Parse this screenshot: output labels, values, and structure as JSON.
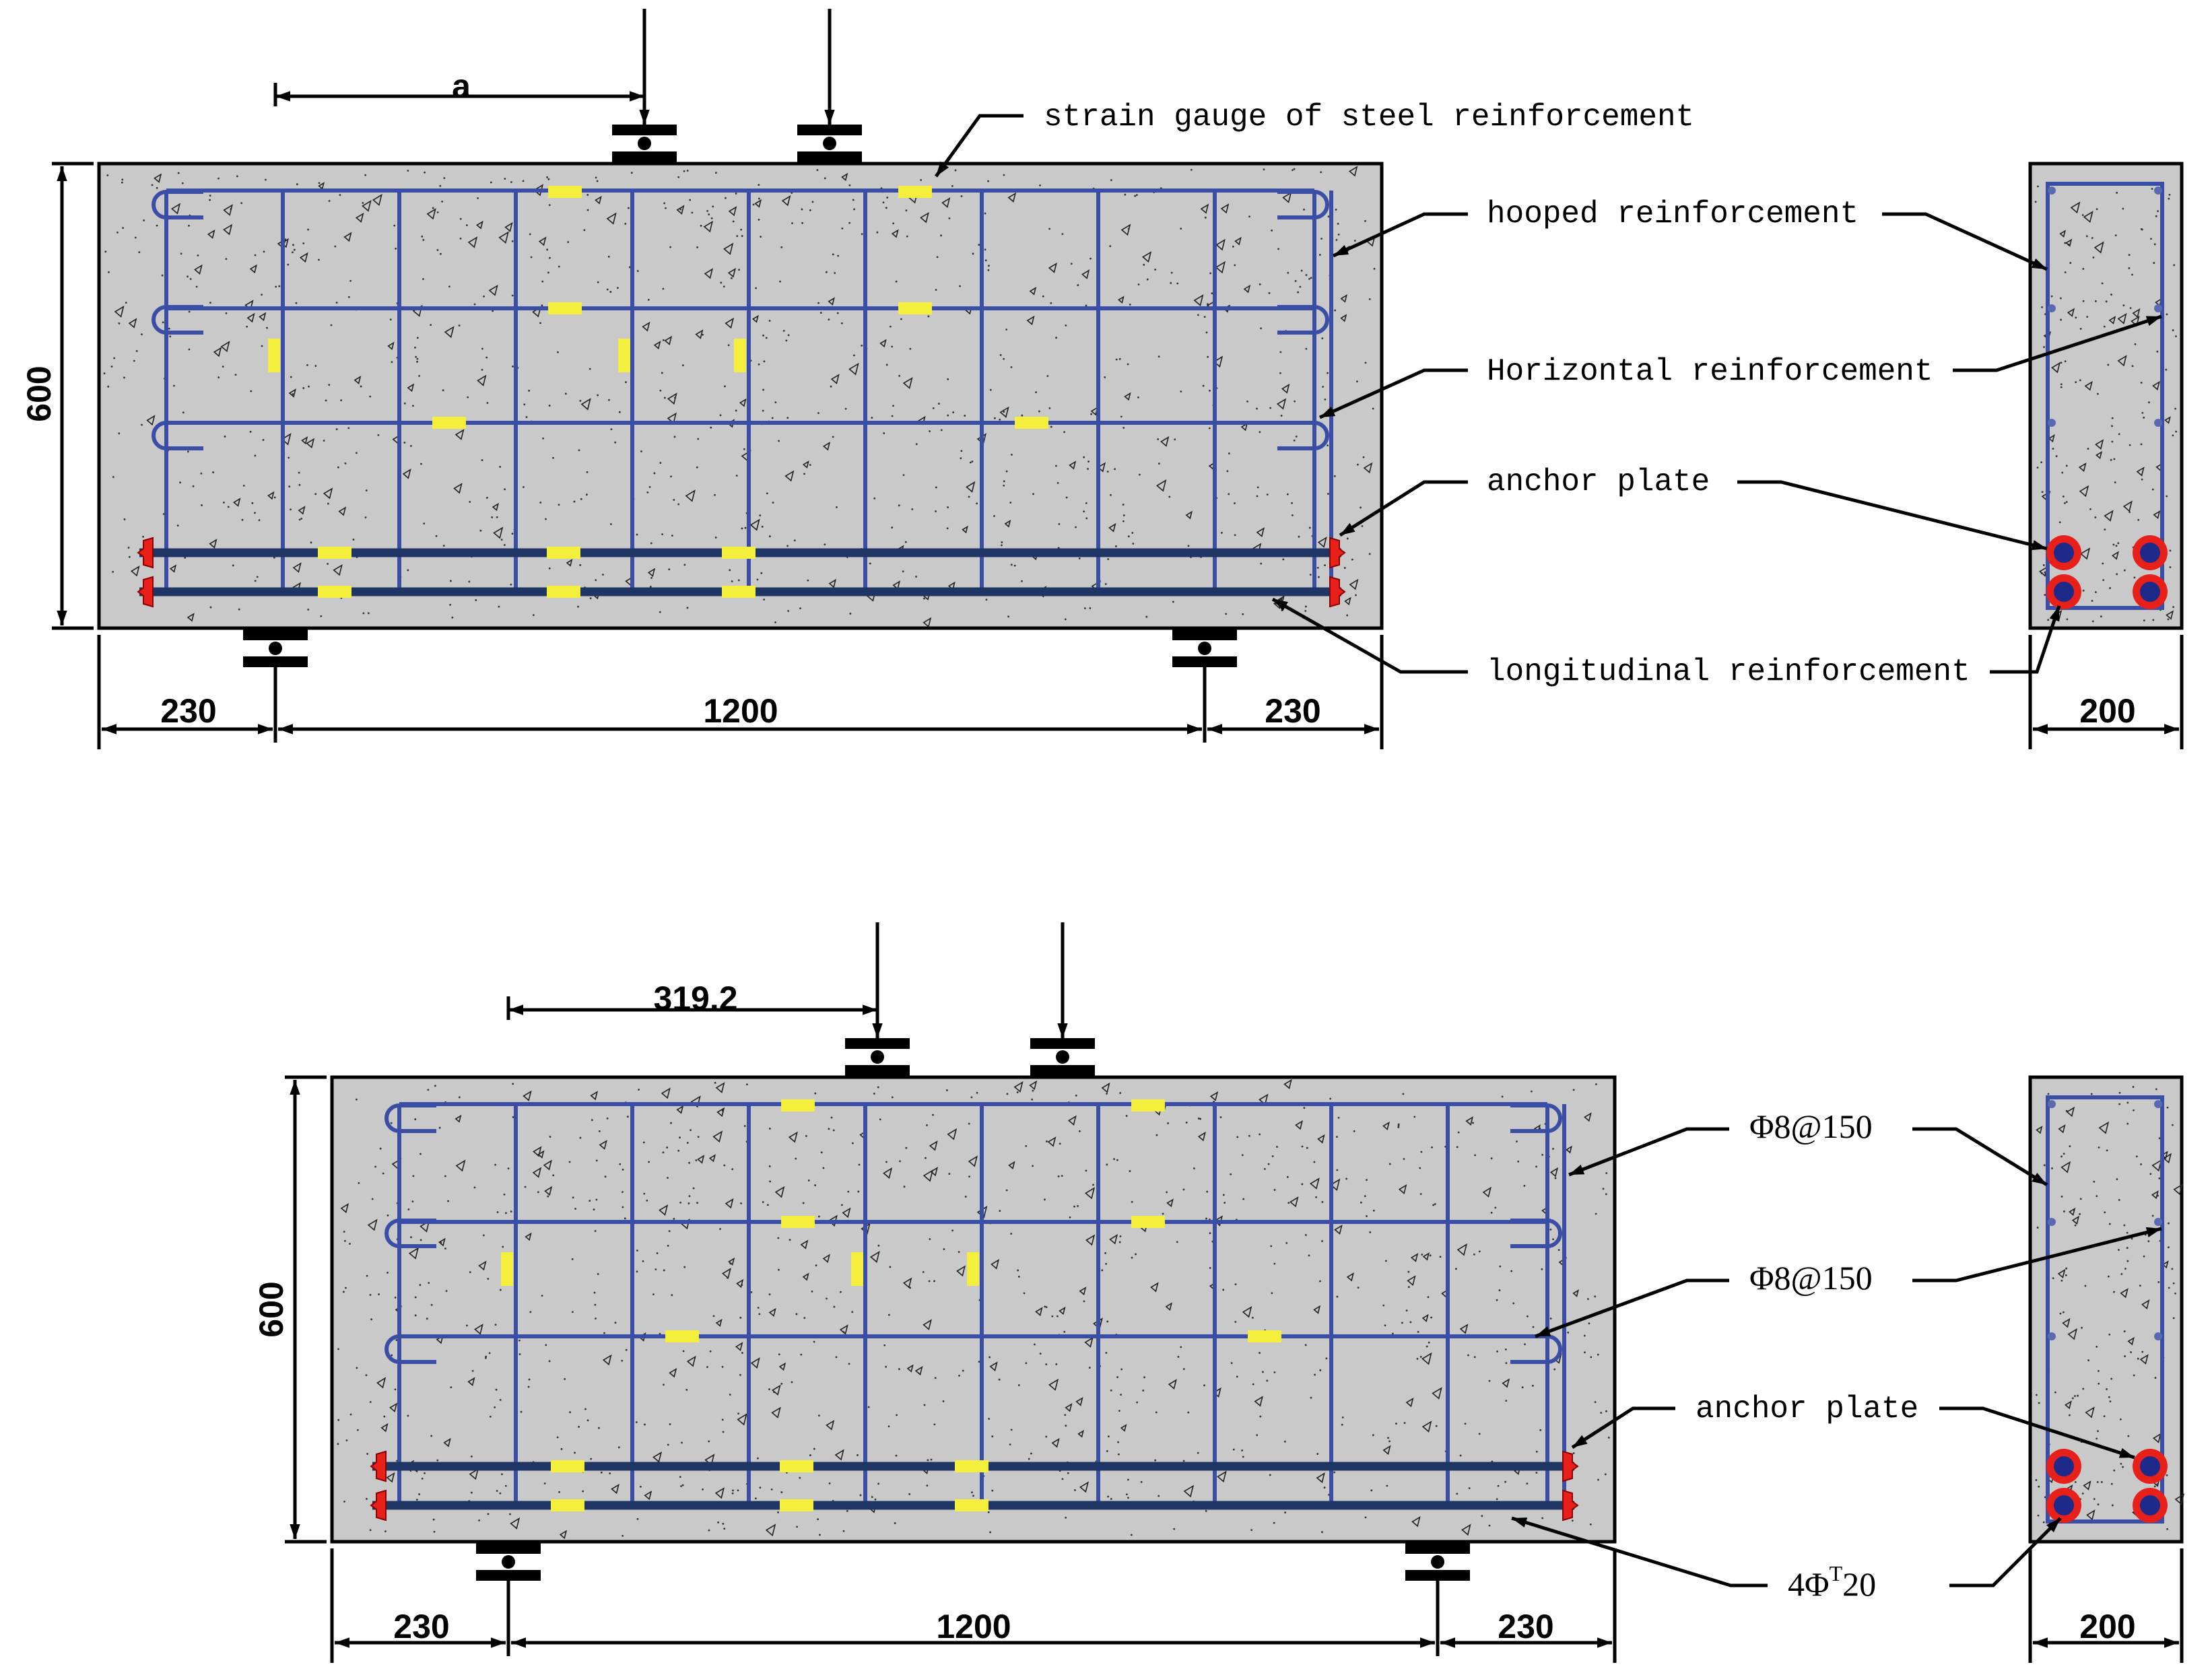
{
  "top": {
    "dims": {
      "height": "600",
      "left": "230",
      "span": "1200",
      "right": "230",
      "width": "200",
      "shear_span": "a"
    },
    "labels": {
      "gauge": "strain gauge of steel reinforcement",
      "hoop": "hooped reinforcement",
      "horizontal": "Horizontal reinforcement",
      "anchor": "anchor plate",
      "longitudinal": "longitudinal reinforcement"
    }
  },
  "bottom": {
    "dims": {
      "height": "600",
      "left": "230",
      "span": "1200",
      "right": "230",
      "width": "200",
      "shear_span": "319.2"
    },
    "labels": {
      "hoop": "Φ8@150",
      "horizontal": "Φ8@150",
      "anchor": "anchor plate",
      "longitudinal_prefix": "4Φ",
      "longitudinal_sup": "T",
      "longitudinal_suffix": "20"
    }
  },
  "colors": {
    "concrete": "#c9c9c9",
    "rebar_light": "#3b4ea6",
    "rebar_dark": "#1f3564",
    "gauge": "#f4ef3c",
    "anchor": "#e8201a",
    "outline": "#000000"
  }
}
